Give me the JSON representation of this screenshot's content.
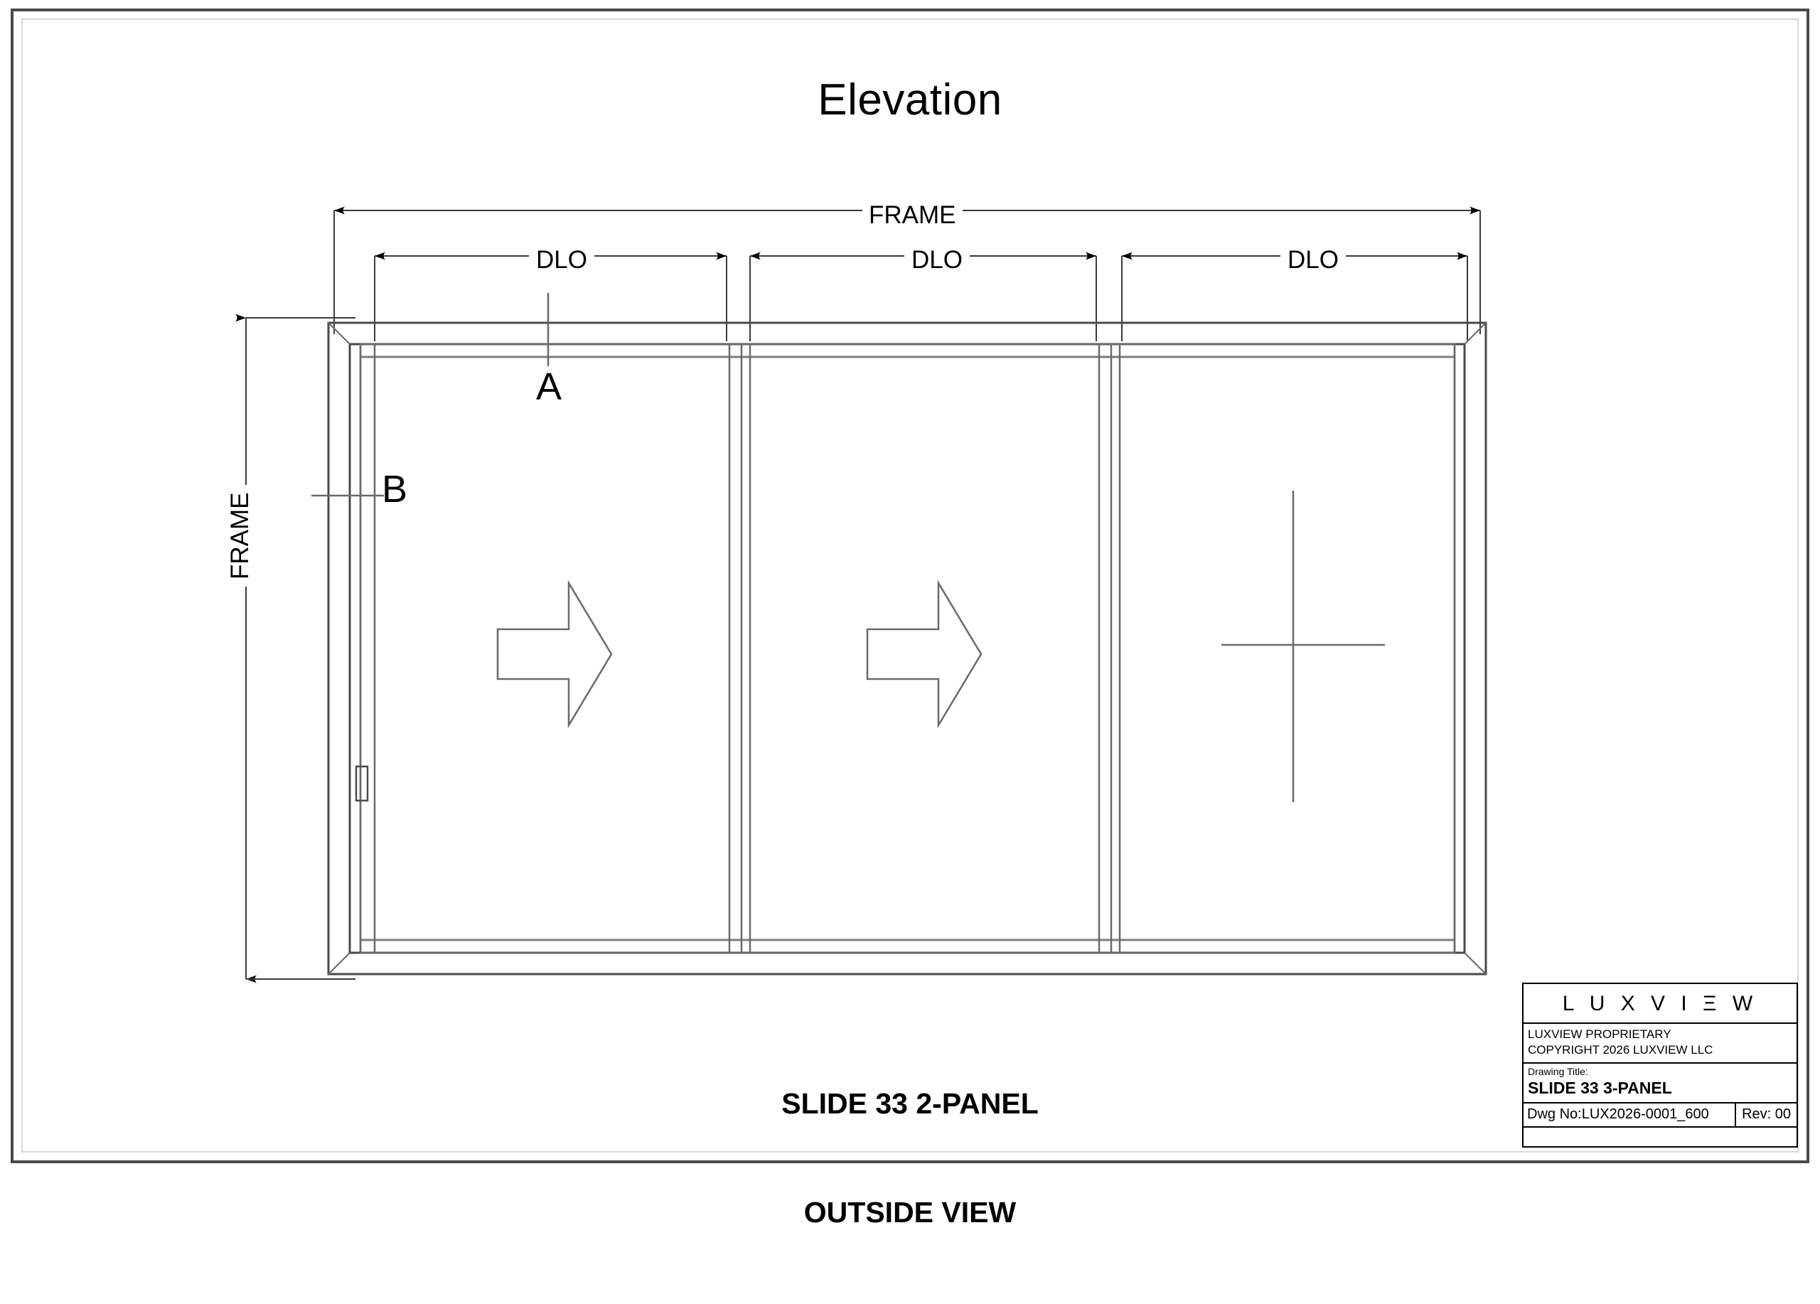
{
  "sheet": {
    "drawing_title": "Elevation",
    "caption_line1": "SLIDE 33 2-PANEL",
    "caption_line2": "OUTSIDE VIEW"
  },
  "dimensions": {
    "frame_width_label": "FRAME",
    "frame_height_label": "FRAME",
    "dlo_labels": [
      "DLO",
      "DLO",
      "DLO"
    ]
  },
  "callouts": [
    {
      "id": "A",
      "label": "A"
    },
    {
      "id": "B",
      "label": "B"
    }
  ],
  "panels": [
    {
      "index": 1,
      "symbol": "arrow-right",
      "operation": "sliding"
    },
    {
      "index": 2,
      "symbol": "arrow-right",
      "operation": "sliding"
    },
    {
      "index": 3,
      "symbol": "cross",
      "operation": "fixed"
    }
  ],
  "title_block": {
    "logo": "L U X V I Ξ W",
    "proprietary_line1": "LUXVIEW PROPRIETARY",
    "proprietary_line2": "COPYRIGHT 2026 LUXVIEW LLC",
    "drawing_title_caption": "Drawing Title:",
    "drawing_title_value": "SLIDE 33 3-PANEL",
    "dwg_no": "Dwg No:LUX2026-0001_600",
    "rev": "Rev: 00"
  },
  "colors": {
    "line": "#4a4a4a",
    "heavy_line": "#000000",
    "background": "#ffffff"
  }
}
